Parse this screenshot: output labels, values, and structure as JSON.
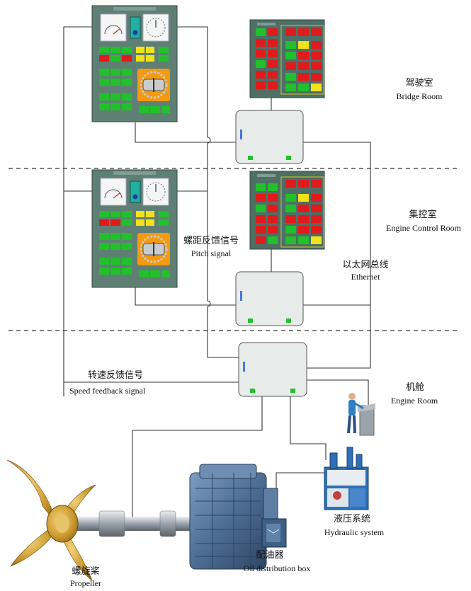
{
  "zones": {
    "bridge": {
      "zh": "驾驶室",
      "en": "Bridge Room"
    },
    "ecr": {
      "zh": "集控室",
      "en": "Engine Control Room"
    },
    "engine": {
      "zh": "机舱",
      "en": "Engine Room"
    }
  },
  "signals": {
    "pitch": {
      "zh": "螺距反馈信号",
      "en": "Pitch signal"
    },
    "ethernet": {
      "zh": "以太网总线",
      "en": "Ethernet"
    },
    "speed": {
      "zh": "转速反馈信号",
      "en": "Speed feedback signal"
    }
  },
  "equipment": {
    "propeller": {
      "zh": "螺旋桨",
      "en": "Propeller"
    },
    "oil_box": {
      "zh": "配油器",
      "en": "Oil distribution box"
    },
    "hydraulic": {
      "zh": "液压系统",
      "en": "Hydraulic system"
    }
  },
  "colors": {
    "panel_bg": "#5f7f74",
    "indicator_green": "#22c02a",
    "indicator_red": "#e01b1b",
    "indicator_yellow": "#f2e21a",
    "alarm_panel_bg": "#4e6e66",
    "controller_box": "#e7ebea",
    "gearbox_blue": "#4f6f93",
    "propeller_gold": "#c89a2a"
  }
}
